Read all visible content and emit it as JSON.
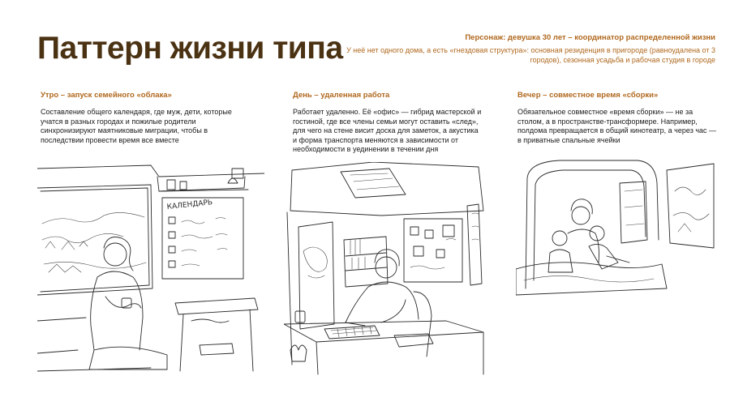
{
  "title": "Паттерн жизни типа",
  "persona": {
    "heading": "Персонаж: девушка 30 лет – координатор распределенной жизни",
    "description": "У неё нет одного дома, а есть «гнездовая структура»: основная резиденция в пригороде (равноудалена от 3 городов), сезонная усадьба и рабочая студия в городе"
  },
  "columns": [
    {
      "heading": "Утро – запуск семейного «облака»",
      "body": "Составление общего календаря, где муж, дети, которые учатся в разных городах и пожилые родители синхронизируют маятниковые миграции, чтобы в последствии провести время все вместе",
      "illustration": "morning-calendar-sketch",
      "board_text": "КАЛЕНДАРЬ"
    },
    {
      "heading": "День – удаленная работа",
      "body": "Работает удаленно. Её «офис» — гибрид мастерской и гостиной, где все члены семьи могут оставить «след», для чего на стене висит доска для заметок, а акустика и форма транспорта меняются в зависимости от необходимости в уединении в течении дня",
      "illustration": "day-remote-work-sketch"
    },
    {
      "heading": "Вечер – совместное время «сборки»",
      "body": "Обязательное совместное «время сборки» — не за столом, а в пространстве-трансформере. Например, полдома превращается в общий кинотеатр, а через час — в приватные спальные ячейки",
      "illustration": "evening-family-sketch"
    }
  ]
}
